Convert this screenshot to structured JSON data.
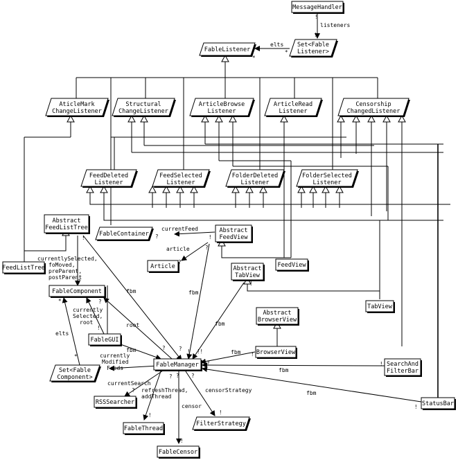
{
  "nodes": {
    "message_handler": {
      "lines": [
        "MessageHandler"
      ]
    },
    "set_fable_listener": {
      "lines": [
        "Set<Fable",
        "Listener>"
      ]
    },
    "fable_listener": {
      "lines": [
        "FableListener"
      ]
    },
    "article_mark": {
      "lines": [
        "AticleMark",
        "ChangeListener"
      ]
    },
    "structural": {
      "lines": [
        "Structural",
        "ChangeListener"
      ]
    },
    "article_browse": {
      "lines": [
        "ArticleBrowse",
        "Listener"
      ]
    },
    "article_read": {
      "lines": [
        "ArticleRead",
        "Listener"
      ]
    },
    "censorship": {
      "lines": [
        "Censorship",
        "ChangedListener"
      ]
    },
    "feed_deleted": {
      "lines": [
        "FeedDeleted",
        "Listener"
      ]
    },
    "feed_selected": {
      "lines": [
        "FeedSelected",
        "Listener"
      ]
    },
    "folder_deleted": {
      "lines": [
        "FolderDeleted",
        "Listener"
      ]
    },
    "folder_selected": {
      "lines": [
        "FolderSelected",
        "Listener"
      ]
    },
    "abstract_feed_list_tree": {
      "lines": [
        "Abstract",
        "FeedListTree"
      ]
    },
    "fable_container": {
      "lines": [
        "FableContainer"
      ]
    },
    "abstract_feed_view": {
      "lines": [
        "Abstract",
        "FeedView"
      ]
    },
    "article": {
      "lines": [
        "Article"
      ]
    },
    "feed_view": {
      "lines": [
        "FeedView"
      ]
    },
    "feed_list_tree": {
      "lines": [
        "FeedListTree"
      ]
    },
    "abstract_tab_view": {
      "lines": [
        "Abstract",
        "TabView"
      ]
    },
    "fable_component": {
      "lines": [
        "FableComponent"
      ]
    },
    "tab_view": {
      "lines": [
        "TabView"
      ]
    },
    "abstract_browser_view": {
      "lines": [
        "Abstract",
        "BrowserView"
      ]
    },
    "fable_gui": {
      "lines": [
        "FableGUI"
      ]
    },
    "browser_view": {
      "lines": [
        "BrowserView"
      ]
    },
    "search_filter_bar": {
      "lines": [
        "SearchAnd",
        "FilterBar"
      ]
    },
    "set_fable_component": {
      "lines": [
        "Set<Fable",
        "Component>"
      ]
    },
    "fable_manager": {
      "lines": [
        "FableManager"
      ]
    },
    "status_bar": {
      "lines": [
        "StatusBar"
      ]
    },
    "rss_searcher": {
      "lines": [
        "RSSSearcher"
      ]
    },
    "filter_strategy": {
      "lines": [
        "FilterStrategy"
      ]
    },
    "fable_thread": {
      "lines": [
        "FableThread"
      ]
    },
    "fable_censor": {
      "lines": [
        "FableCensor"
      ]
    }
  },
  "edge_labels": {
    "listeners": "listeners",
    "elts_top": "elts",
    "current_feed": "currentFeed",
    "article": "article",
    "currently_selected": [
      "currentlySelected,",
      "foMoved,",
      "preParent,",
      "postParent"
    ],
    "fbm_tree": "fbm",
    "fbm_feedview": "fbm",
    "fbm_tabview": "fbm",
    "currently_selected_root": [
      "currently",
      "Selected,",
      "root"
    ],
    "root": "root",
    "elts_left": "elts",
    "fbm_gui": "fbm",
    "currently_modified": [
      "currently",
      "Modified",
      "Feeds"
    ],
    "fbm_browser": "fbm",
    "fbm_search": "fbm",
    "fbm_status": "fbm",
    "current_search": "currentSearch",
    "refresh_thread": [
      "refreshThread,",
      "addThread"
    ],
    "censor_strategy": "censorStrategy",
    "censor": "censor"
  },
  "multiplicities": {
    "one": "!",
    "many": "*",
    "optional": "?",
    "one_one": "!!"
  }
}
